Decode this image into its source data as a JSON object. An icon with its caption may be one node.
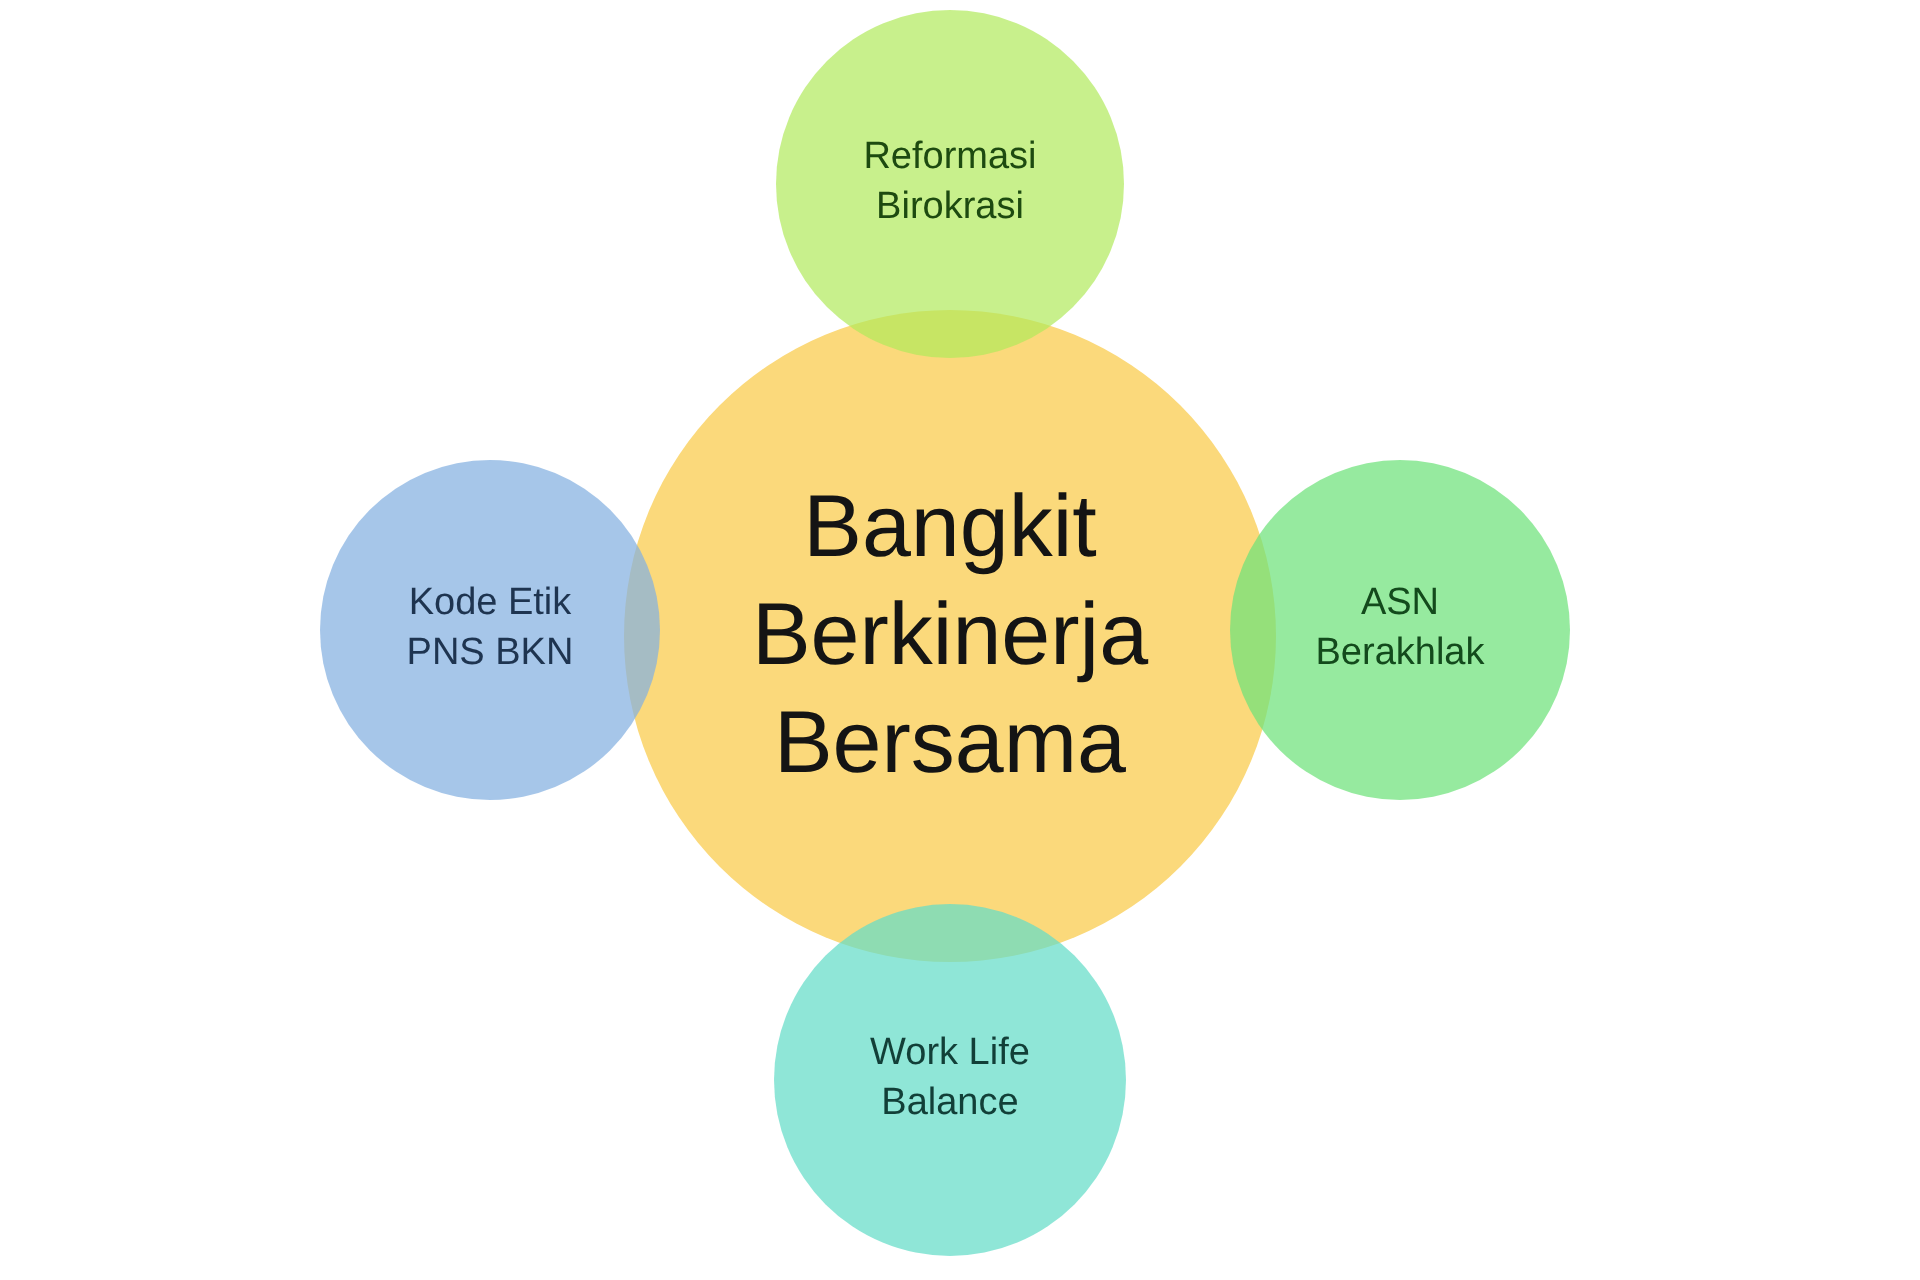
{
  "diagram": {
    "nodes": [
      {
        "text": [
          "Reformasi Birokrasi"
        ]
      },
      {
        "text": [
          "Bangkit Berkinerja Bersama"
        ]
      },
      {
        "text": [
          "Kode Etik PNS BKN"
        ]
      },
      {
        "text": [
          "ASN Berakhlak"
        ]
      },
      {
        "text": [
          "Work Life Balance"
        ]
      }
    ]
  }
}
